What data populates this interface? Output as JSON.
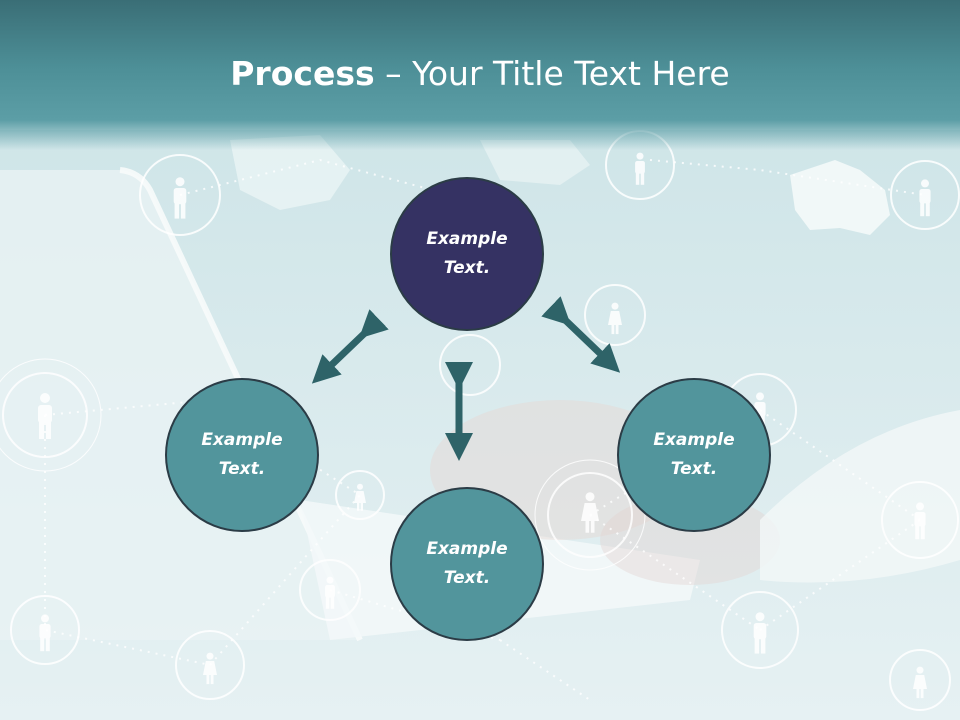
{
  "slide": {
    "title_bold": "Process",
    "title_rest": " – Your Title Text Here"
  },
  "nodes": {
    "top": {
      "line1": "Example",
      "line2": "Text."
    },
    "left": {
      "line1": "Example",
      "line2": "Text."
    },
    "right": {
      "line1": "Example",
      "line2": "Text."
    },
    "bottom": {
      "line1": "Example",
      "line2": "Text."
    }
  },
  "colors": {
    "title_band": "#4d8f97",
    "node_teal": "#52959c",
    "node_navy": "#353263",
    "arrow": "#2e6368",
    "background": "#dfeff1"
  }
}
